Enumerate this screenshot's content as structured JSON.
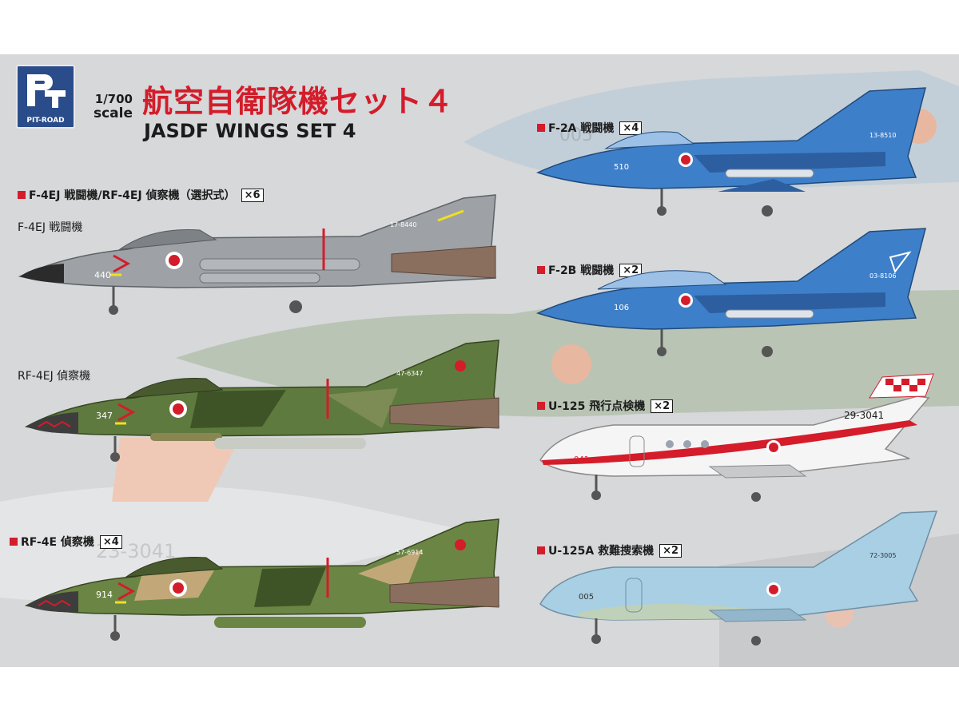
{
  "brand": {
    "logo_text": "PIT-ROAD",
    "scale_number": "1/700",
    "scale_unit": "scale"
  },
  "title": {
    "japanese": "航空自衛隊機セット４",
    "english": "JASDF WINGS SET 4"
  },
  "colors": {
    "accent_red": "#d41c2a",
    "background": "#d6d8da",
    "logo_blue": "#2a4c8a"
  },
  "items": {
    "f4ej_group": {
      "label": "F-4EJ 戦闘機/RF-4EJ 偵察機（選択式）",
      "qty": "×6"
    },
    "f4ej_sub": {
      "label": "F-4EJ 戦闘機"
    },
    "rf4ej_sub": {
      "label": "RF-4EJ 偵察機"
    },
    "rf4e": {
      "label": "RF-4E 偵察機",
      "qty": "×4"
    },
    "f2a": {
      "label": "F-2A 戦闘機",
      "qty": "×4"
    },
    "f2b": {
      "label": "F-2B 戦闘機",
      "qty": "×2"
    },
    "u125": {
      "label": "U-125 飛行点検機",
      "qty": "×2"
    },
    "u125a": {
      "label": "U-125A 救難捜索機",
      "qty": "×2"
    }
  },
  "markings": {
    "f4ej_nose": "440",
    "f4ej_tail": "17-8440",
    "rf4ej_nose": "347",
    "rf4ej_tail": "47-6347",
    "rf4e_nose": "914",
    "rf4e_tail": "57-6914",
    "f2a_nose": "510",
    "f2a_tail": "13-8510",
    "f2b_nose": "106",
    "f2b_tail": "03-8106",
    "u125_nose": "041",
    "u125_tail": "29-3041",
    "u125a_nose": "005",
    "u125a_tail": "72-3005",
    "bg_u125_code": "23-3041",
    "bg_u125a_code": "005"
  }
}
